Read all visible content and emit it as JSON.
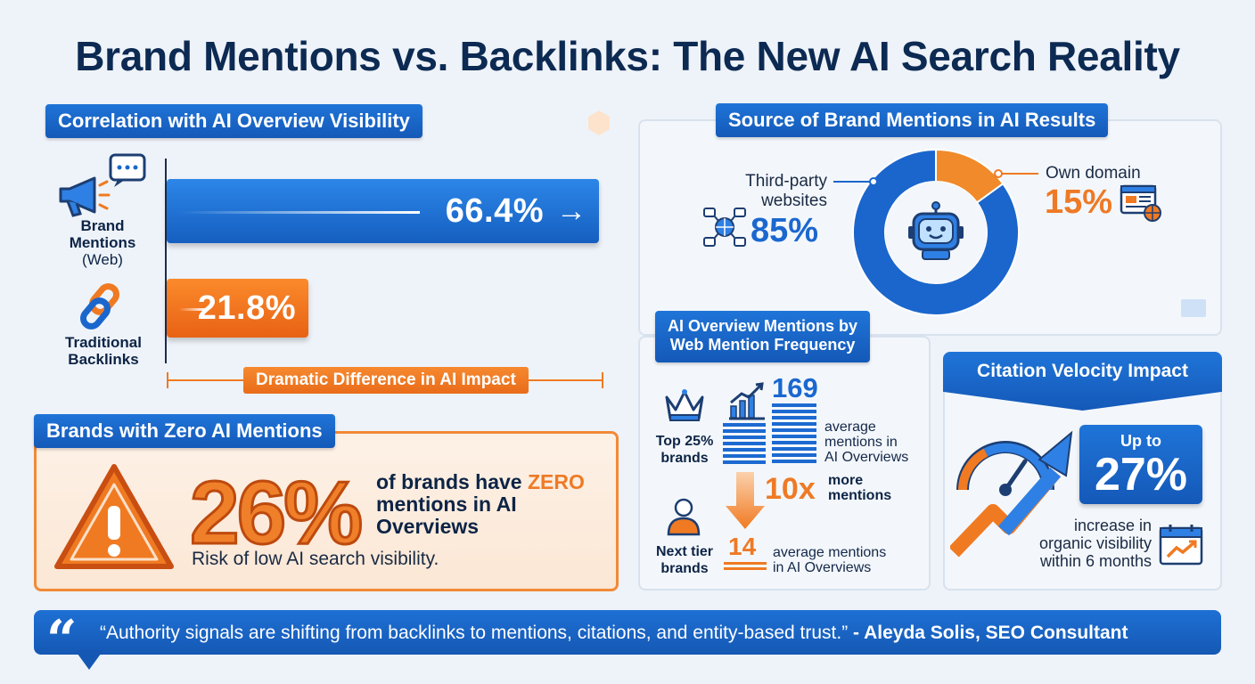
{
  "title": "Brand Mentions vs. Backlinks: The New AI Search Reality",
  "correlation": {
    "header": "Correlation with AI Overview Visibility",
    "brand_label": [
      "Brand",
      "Mentions",
      "(Web)"
    ],
    "backlinks_label": [
      "Traditional",
      "Backlinks"
    ],
    "dramatic_label": "Dramatic Difference in AI Impact"
  },
  "chart_data": [
    {
      "type": "bar",
      "title": "Correlation with AI Overview Visibility",
      "categories": [
        "Brand Mentions (Web)",
        "Traditional Backlinks"
      ],
      "values": [
        66.4,
        21.8
      ],
      "value_labels": [
        "66.4%",
        "21.8%"
      ],
      "colors": [
        "#1a66cc",
        "#f07a22"
      ],
      "xlim": [
        0,
        100
      ]
    },
    {
      "type": "pie",
      "title": "Source of Brand Mentions in AI Results",
      "categories": [
        "Third-party websites",
        "Own domain"
      ],
      "values": [
        85,
        15
      ],
      "value_labels": [
        "85%",
        "15%"
      ],
      "colors": [
        "#1a66cc",
        "#f08a2a"
      ]
    }
  ],
  "zero": {
    "header": "Brands with Zero AI Mentions",
    "big": "26%",
    "line1a": "of brands have ",
    "line1b": "ZERO",
    "line2": "mentions in AI",
    "line3": "Overviews",
    "risk": "Risk of low AI search visibility."
  },
  "source": {
    "header": "Source of Brand Mentions in AI Results",
    "third_label": [
      "Third-party",
      "websites"
    ],
    "third_value": "85%",
    "own_label": "Own domain",
    "own_value": "15%"
  },
  "frequency": {
    "header": [
      "AI Overview Mentions by",
      "Web Mention Frequency"
    ],
    "top_label": [
      "Top 25%",
      "brands"
    ],
    "top_value": "169",
    "top_desc": [
      "average",
      "mentions in",
      "AI Overviews"
    ],
    "multiplier": "10x",
    "multiplier_desc": [
      "more",
      "mentions"
    ],
    "next_label": [
      "Next tier",
      "brands"
    ],
    "next_value": "14",
    "next_desc": [
      "average mentions",
      "in AI Overviews"
    ]
  },
  "velocity": {
    "header": "Citation Velocity Impact",
    "up_to": "Up to",
    "value": "27%",
    "desc": [
      "increase in",
      "organic visibility",
      "within 6 months"
    ]
  },
  "quote": {
    "text": "“Authority signals are shifting from backlinks to mentions, citations, and entity-based trust.”",
    "author": " - Aleyda Solis, SEO Consultant"
  }
}
